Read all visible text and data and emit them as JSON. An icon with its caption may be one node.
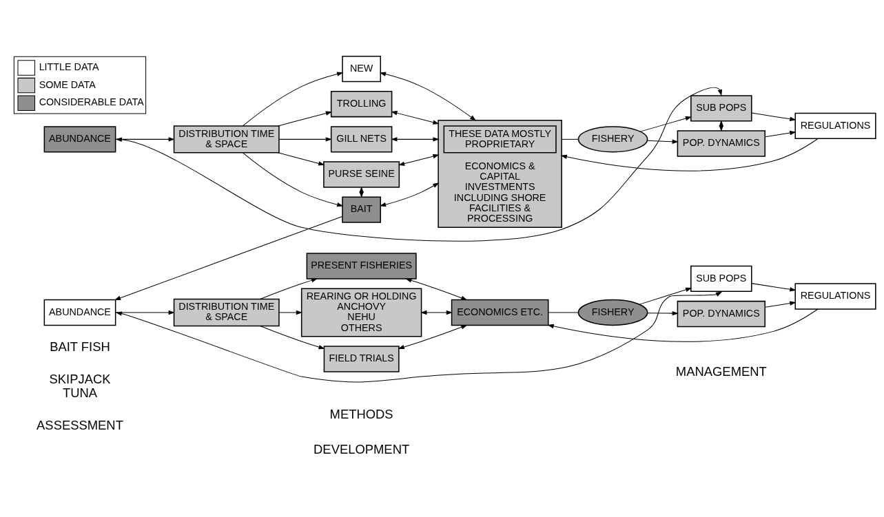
{
  "diagram": {
    "nodes": [
      {
        "text": [
          "ABUNDANCE"
        ]
      },
      {
        "text": [
          "DISTRIBUTION TIME & SPACE"
        ]
      },
      {
        "text": [
          "NEW"
        ]
      },
      {
        "text": [
          "TROLLING"
        ]
      },
      {
        "text": [
          "GILL NETS"
        ]
      },
      {
        "text": [
          "PURSE SEINE"
        ]
      },
      {
        "text": [
          "BAIT"
        ]
      },
      {
        "text": [
          "ECONOMICS & CAPITAL INVESTMENTS INCLUDING SHORE FACILITIES & PROCESSING"
        ]
      },
      {
        "text": [
          "THESE DATA MOSTLY PROPRIETARY"
        ],
        "in": 7
      },
      {
        "text": [
          "FISHERY"
        ]
      },
      {
        "text": [
          "SUB POPS"
        ]
      },
      {
        "text": [
          "POP. DYNAMICS"
        ]
      },
      {
        "text": [
          "REGULATIONS"
        ]
      },
      {
        "text": [
          "ABUNDANCE"
        ]
      },
      {
        "text": [
          "DISTRIBUTION TIME & SPACE"
        ]
      },
      {
        "text": [
          "PRESENT FISHERIES"
        ]
      },
      {
        "text": [
          "REARING OR HOLDING",
          "ANCHOVY",
          "NEHU",
          "OTHERS"
        ]
      },
      {
        "text": [
          "FIELD TRIALS"
        ]
      },
      {
        "text": [
          "ECONOMICS ETC."
        ]
      },
      {
        "text": [
          "FISHERY"
        ]
      },
      {
        "text": [
          "SUB POPS"
        ]
      },
      {
        "text": [
          "POP. DYNAMICS"
        ]
      },
      {
        "text": [
          "REGULATIONS"
        ]
      }
    ],
    "edges": [
      {
        "from": 0,
        "to": 1,
        "arrow": "to"
      },
      {
        "from": 10,
        "to": 0,
        "arrow": "both"
      },
      {
        "from": 1,
        "to": 2,
        "arrow": "to"
      },
      {
        "from": 1,
        "to": 3,
        "arrow": "to"
      },
      {
        "from": 1,
        "to": 4,
        "arrow": "to"
      },
      {
        "from": 1,
        "to": 5,
        "arrow": "to"
      },
      {
        "from": 1,
        "to": 6,
        "arrow": "to"
      },
      {
        "from": 5,
        "to": 6,
        "arrow": "both"
      },
      {
        "from": 2,
        "to": 7,
        "arrow": "both"
      },
      {
        "from": 3,
        "to": 7,
        "arrow": "both"
      },
      {
        "from": 4,
        "to": 7,
        "arrow": "both"
      },
      {
        "from": 5,
        "to": 7,
        "arrow": "both"
      },
      {
        "from": 6,
        "to": 7,
        "arrow": "both"
      },
      {
        "from": 7,
        "to": 9,
        "arrow": "none"
      },
      {
        "from": 9,
        "to": 10,
        "arrow": "to"
      },
      {
        "from": 9,
        "to": 11,
        "arrow": "to"
      },
      {
        "from": 10,
        "to": 11,
        "arrow": "both"
      },
      {
        "from": 10,
        "to": 12,
        "arrow": "to"
      },
      {
        "from": 11,
        "to": 12,
        "arrow": "to"
      },
      {
        "from": 12,
        "to": 7,
        "arrow": "to"
      },
      {
        "from": 6,
        "to": 13,
        "arrow": "to"
      },
      {
        "from": 20,
        "to": 13,
        "arrow": "both"
      },
      {
        "from": 13,
        "to": 14,
        "arrow": "to"
      },
      {
        "from": 14,
        "to": 15,
        "arrow": "to"
      },
      {
        "from": 14,
        "to": 16,
        "arrow": "to"
      },
      {
        "from": 14,
        "to": 17,
        "arrow": "to"
      },
      {
        "from": 15,
        "to": 18,
        "arrow": "both"
      },
      {
        "from": 16,
        "to": 18,
        "arrow": "both"
      },
      {
        "from": 17,
        "to": 18,
        "arrow": "both"
      },
      {
        "from": 18,
        "to": 19,
        "arrow": "none"
      },
      {
        "from": 19,
        "to": 20,
        "arrow": "to"
      },
      {
        "from": 19,
        "to": 21,
        "arrow": "to"
      },
      {
        "from": 20,
        "to": 22,
        "arrow": "to"
      },
      {
        "from": 21,
        "to": 22,
        "arrow": "to"
      },
      {
        "from": 22,
        "to": 18,
        "arrow": "to"
      }
    ],
    "labels": [
      "ASSESSMENT",
      "DEVELOPMENT",
      "MANAGEMENT",
      "SKIPJACK TUNA",
      "METHODS",
      "BAIT FISH"
    ],
    "legend": [
      {
        "text": "LITTLE DATA",
        "color": "#ffffff"
      },
      {
        "text": "SOME DATA",
        "color": "#c8c8c8"
      },
      {
        "text": "CONSIDERABLE DATA",
        "color": "#8f8f8f"
      }
    ]
  }
}
